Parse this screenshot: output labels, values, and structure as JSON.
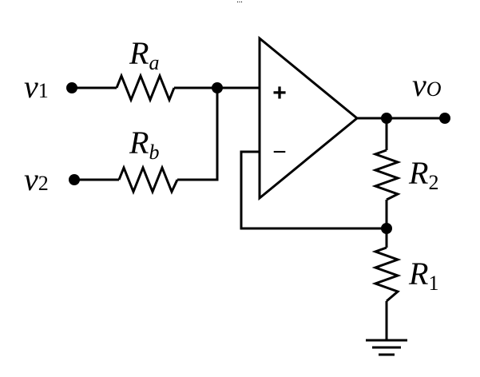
{
  "header_fragment": "...",
  "diagram": {
    "inputs": [
      {
        "name": "v",
        "sub": "1"
      },
      {
        "name": "v",
        "sub": "2"
      }
    ],
    "output": {
      "name": "v",
      "sub": "O"
    },
    "resistors": [
      {
        "name": "R",
        "sub": "a"
      },
      {
        "name": "R",
        "sub": "b"
      },
      {
        "name": "R",
        "sub": "2"
      },
      {
        "name": "R",
        "sub": "1"
      }
    ],
    "opamp": {
      "plus": "+",
      "minus": "−"
    }
  }
}
